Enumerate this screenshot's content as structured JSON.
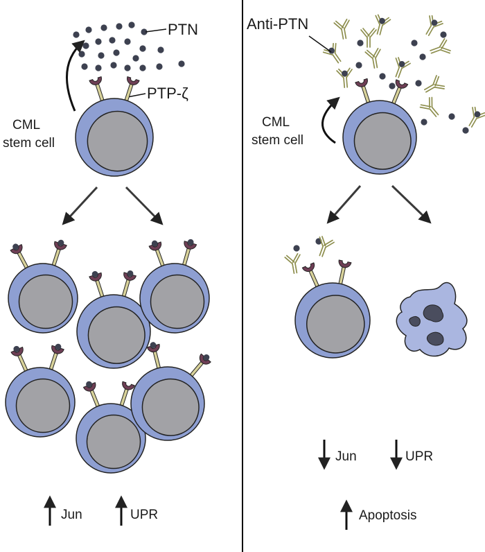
{
  "left_panel": {
    "ligand_label": "PTN",
    "receptor_label": "PTP-ζ",
    "cell_label_line1": "CML",
    "cell_label_line2": "stem cell",
    "outcome_1": "Jun",
    "outcome_2": "UPR",
    "outcome_1_direction": "up",
    "outcome_2_direction": "up"
  },
  "right_panel": {
    "antibody_label": "Anti-PTN",
    "cell_label_line1": "CML",
    "cell_label_line2": "stem cell",
    "outcome_1": "Jun",
    "outcome_2": "UPR",
    "outcome_3": "Apoptosis",
    "outcome_1_direction": "down",
    "outcome_2_direction": "down",
    "outcome_3_direction": "up"
  },
  "colors": {
    "cell_body": "#8e9fd2",
    "nucleus": "#a2a2a6",
    "ptn_dot": "#3d4150",
    "receptor_head": "#6e3f55",
    "receptor_stalk": "#d8d29a",
    "antibody": "#c8c98a",
    "arrow": "#3a3a3a",
    "divider": "#000000"
  }
}
